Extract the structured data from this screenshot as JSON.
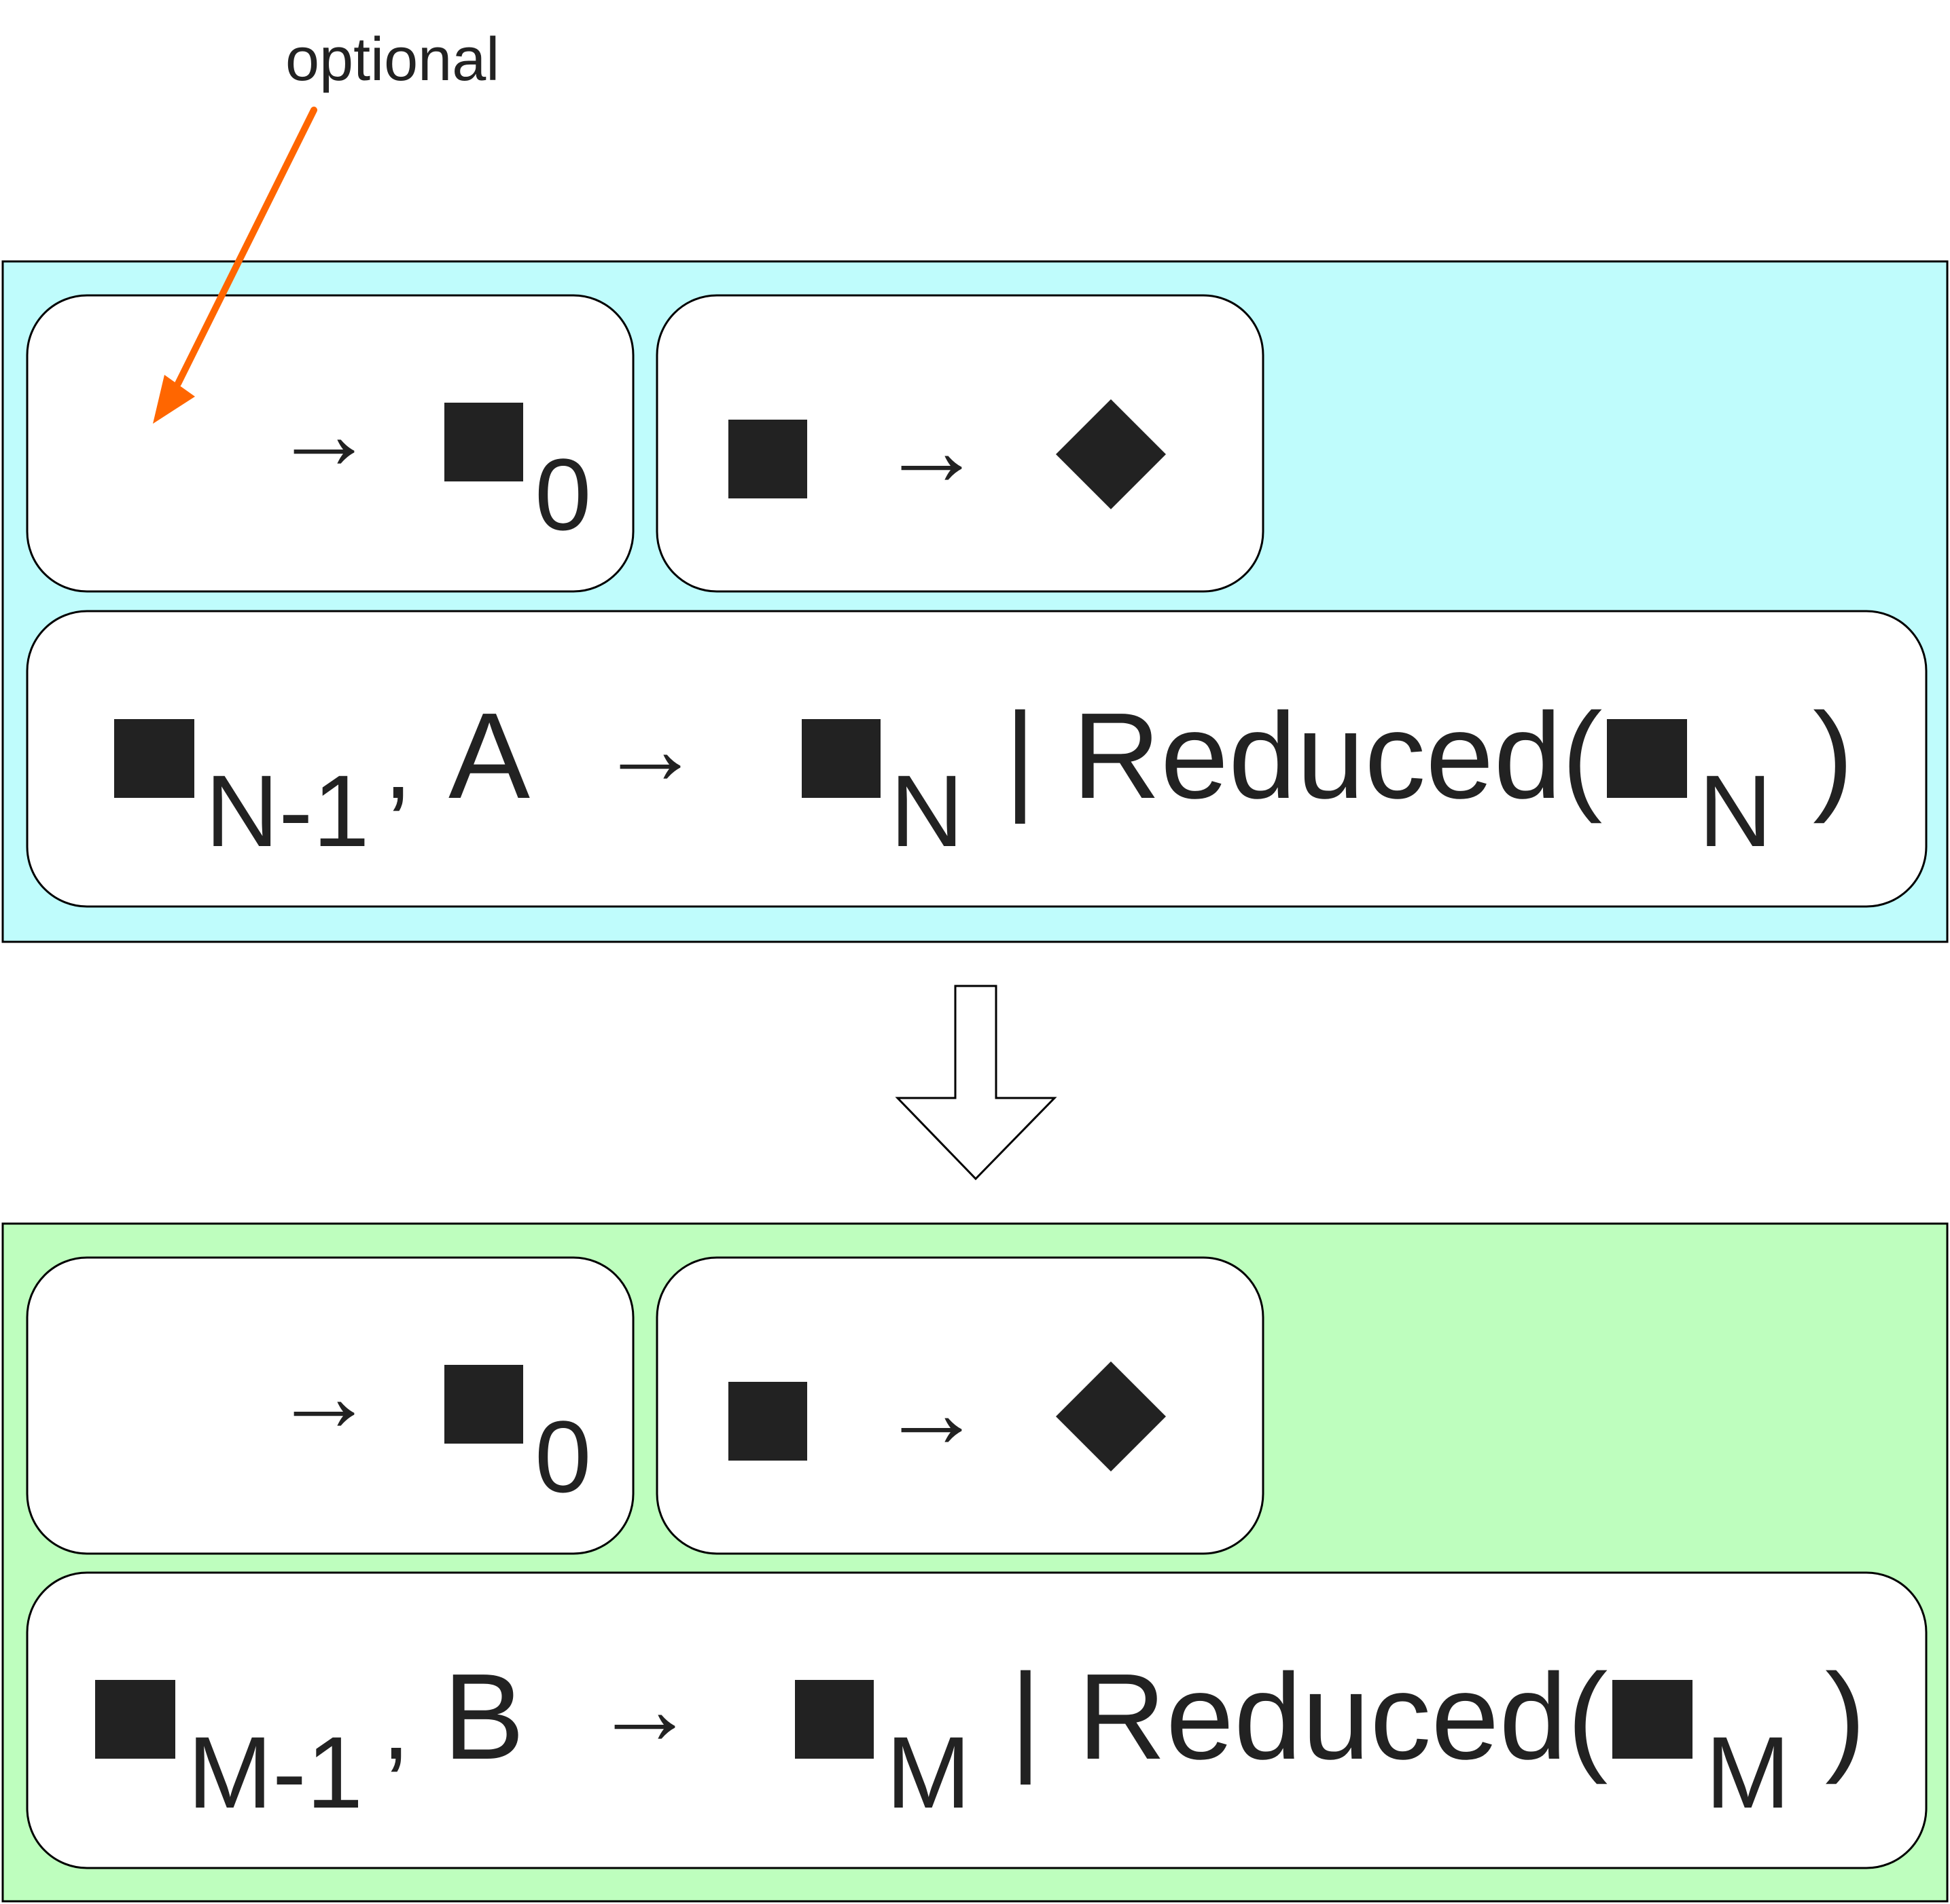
{
  "annotation": {
    "label": "optional",
    "color": "#FF6600"
  },
  "colors": {
    "top_panel_fill": "#BFFCFC",
    "bottom_panel_fill": "#BEFEBE",
    "box_fill": "#FFFFFF",
    "symbol_color": "#222222",
    "border_color": "#000000"
  },
  "top_panel": {
    "rule_start": {
      "arrow": "→",
      "target_subscript": "0"
    },
    "rule_map": {
      "arrow": "→"
    },
    "rule_step": {
      "prev_subscript": "N-1",
      "comma": ",",
      "input_symbol": "A",
      "arrow": "→",
      "next_subscript": "N",
      "bar": "|",
      "reduced_label": "Reduced(",
      "reduced_subscript": "N",
      "close_paren": ")"
    }
  },
  "bottom_panel": {
    "rule_start": {
      "arrow": "→",
      "target_subscript": "0"
    },
    "rule_map": {
      "arrow": "→"
    },
    "rule_step": {
      "prev_subscript": "M-1",
      "comma": ",",
      "input_symbol": "B",
      "arrow": "→",
      "next_subscript": "M",
      "bar": "|",
      "reduced_label": "Reduced(",
      "reduced_subscript": "M",
      "close_paren": ")"
    }
  },
  "transition_arrow": {
    "icon": "hollow-down-arrow"
  }
}
